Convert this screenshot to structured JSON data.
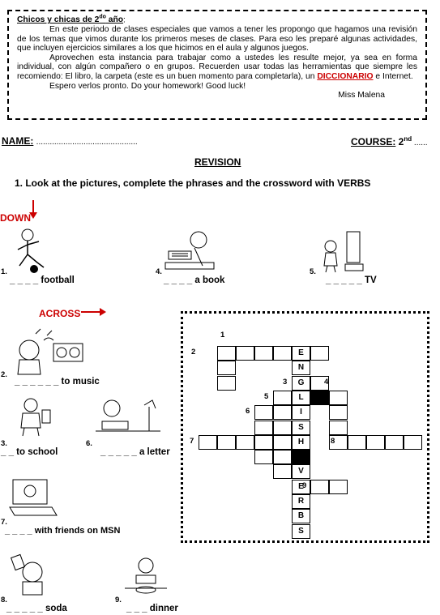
{
  "note": {
    "title": "Chicos y chicas de 2",
    "title_sup": "do",
    "title_end": " año",
    "p1": "En este periodo de clases especiales que vamos a tener les propongo que hagamos una revisión de los temas que vimos durante los primeros meses de clases. Para eso les preparé algunas actividades, que incluyen ejercicios similares a los que hicimos en el aula y algunos juegos.",
    "p2": "Aprovechen esta instancia para trabajar como a ustedes les resulte mejor, ya sea en forma individual, con algún compañero o en grupos. Recuerden usar todas las herramientas que siempre les recomiendo: El libro, la carpeta (este es un buen momento para completarla), un ",
    "p2_red": "DICCIONARIO",
    "p2_end": " e Internet.",
    "p3": "Espero verlos pronto. Do your homework! Good luck!",
    "signature": "Miss Malena"
  },
  "header": {
    "name_label": "NAME:",
    "name_dots": ".............................................",
    "course_label": "COURSE:",
    "course_value": " 2",
    "course_sup": "nd",
    "course_dots": " ......"
  },
  "title": "REVISION",
  "instruction": "1.  Look at the pictures, complete the phrases and the crossword with VERBS",
  "down_label": "DOWN",
  "across_label": "ACROSS",
  "items": [
    {
      "n": "1.",
      "text": "_ _ _ _ football"
    },
    {
      "n": "4.",
      "text": "_ _ _ _ a book"
    },
    {
      "n": "5.",
      "text": "_ _ _ _ _ TV"
    },
    {
      "n": "2.",
      "text": "_ _ _ _ _ _ to music"
    },
    {
      "n": "3.",
      "text": "_ _ to school"
    },
    {
      "n": "6.",
      "text": "_ _ _ _ _ a letter"
    },
    {
      "n": "7.",
      "text": "_ _ _ _ with friends on MSN"
    },
    {
      "n": "8.",
      "text": "_ _ _ _ _ soda"
    },
    {
      "n": "9.",
      "text": "_ _ _ dinner"
    }
  ],
  "crossword": {
    "numbers": [
      "1",
      "2",
      "3",
      "4",
      "5",
      "6",
      "7",
      "8",
      "9"
    ],
    "vertical_word": [
      "E",
      "N",
      "G",
      "L",
      "I",
      "S",
      "H",
      "",
      "V",
      "E",
      "R",
      "B",
      "S"
    ]
  }
}
